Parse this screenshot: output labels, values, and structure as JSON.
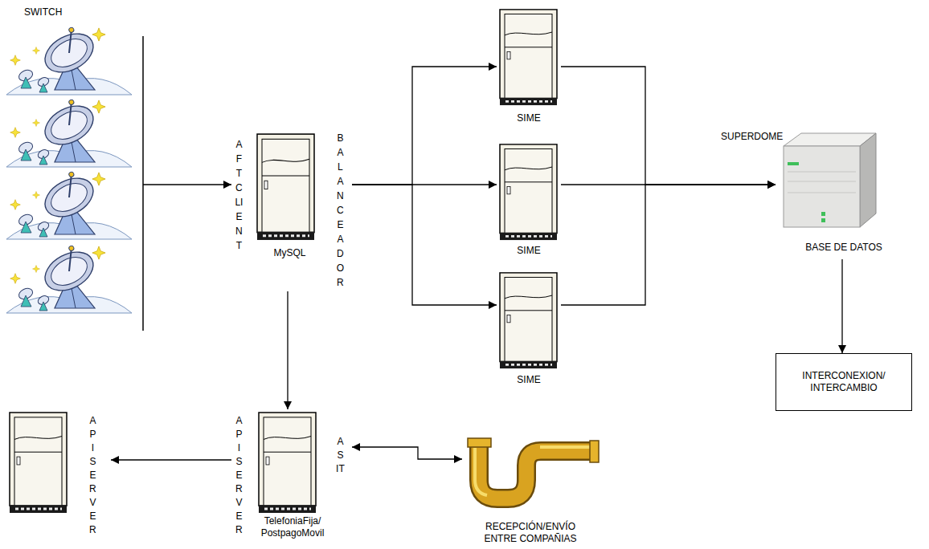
{
  "diagram": {
    "nodes": [
      {
        "text": [
          "SWITCH"
        ]
      },
      {
        "text": [
          "AFTCLIENT",
          "BALANCEADOR",
          "MySQL"
        ]
      },
      {
        "text": [
          "SIME"
        ]
      },
      {
        "text": [
          "SIME"
        ]
      },
      {
        "text": [
          "SIME"
        ]
      },
      {
        "text": [
          "SUPERDOME",
          "BASE DE DATOS"
        ]
      },
      {
        "text": [
          "INTERCONEXION/ INTERCAMBIO"
        ]
      },
      {
        "text": [
          "APISERVER",
          "ASIT",
          "TelefoniaFija/ PostpagoMovil"
        ]
      },
      {
        "text": [
          "APISERVER"
        ]
      },
      {
        "text": [
          "RECEPCIÓN/ENVÍO ENTRE COMPAÑIAS"
        ]
      }
    ],
    "edges": [
      {
        "from": 0,
        "to": 1,
        "arrow": "to"
      },
      {
        "from": 1,
        "to": 2,
        "arrow": "to"
      },
      {
        "from": 1,
        "to": 3,
        "arrow": "to"
      },
      {
        "from": 1,
        "to": 4,
        "arrow": "to"
      },
      {
        "from": 2,
        "to": 5,
        "arrow": "to"
      },
      {
        "from": 3,
        "to": 5,
        "arrow": "to"
      },
      {
        "from": 4,
        "to": 5,
        "arrow": "to"
      },
      {
        "from": 5,
        "to": 6,
        "arrow": "to"
      },
      {
        "from": 1,
        "to": 7,
        "arrow": "to"
      },
      {
        "from": 7,
        "to": 8,
        "arrow": "to"
      },
      {
        "from": 7,
        "to": 9,
        "arrow": "both"
      }
    ]
  }
}
